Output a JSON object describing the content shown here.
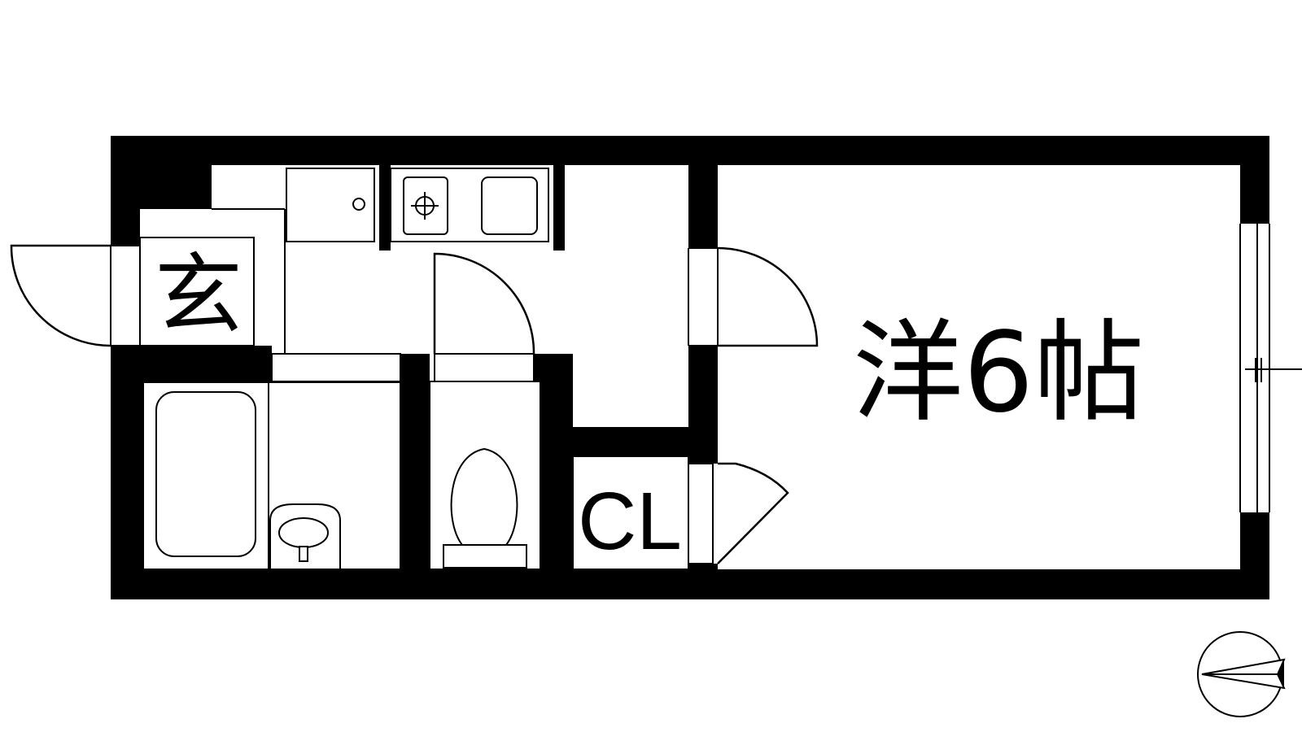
{
  "labels": {
    "genkan": "玄",
    "western_room": "洋6帖",
    "closet": "CL"
  },
  "compass": {
    "symbol": "north-arrow-icon"
  },
  "colors": {
    "wall": "#000000",
    "background": "#ffffff",
    "line": "#000000"
  }
}
